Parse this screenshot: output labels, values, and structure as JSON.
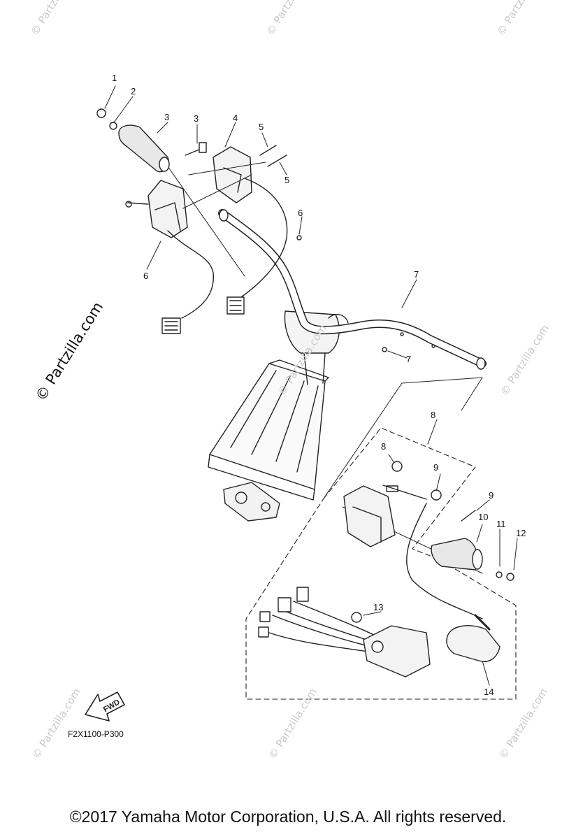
{
  "watermark": {
    "main": "© Partzilla.com",
    "faint": "© Partzilla.com"
  },
  "callouts": [
    "1",
    "2",
    "3",
    "3",
    "4",
    "5",
    "5",
    "6",
    "6",
    "7",
    "7",
    "8",
    "8",
    "9",
    "9",
    "10",
    "11",
    "12",
    "13",
    "14"
  ],
  "fwd_label": "FWD",
  "figure_code": "F2X1100-P300",
  "copyright": "©2017  Yamaha Motor Corporation, U.S.A. All rights reserved."
}
